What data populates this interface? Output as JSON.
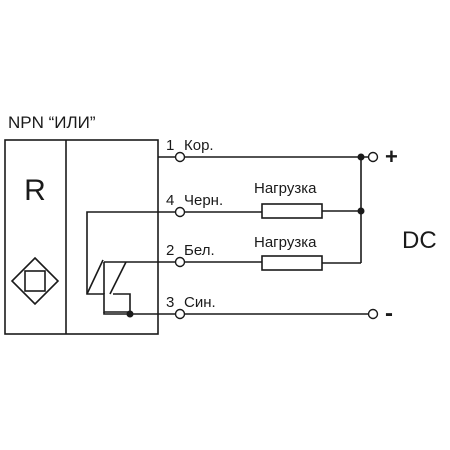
{
  "diagram": {
    "title": "NPN “ИЛИ”",
    "sensor_letter": "R",
    "supply_label": "DC",
    "plus_sign": "+",
    "minus_sign": "-",
    "wires": [
      {
        "pin": "1",
        "name": "Кор."
      },
      {
        "pin": "4",
        "name": "Черн."
      },
      {
        "pin": "2",
        "name": "Бел."
      },
      {
        "pin": "3",
        "name": "Син."
      }
    ],
    "loads": [
      {
        "label": "Нагрузка"
      },
      {
        "label": "Нагрузка"
      }
    ]
  }
}
